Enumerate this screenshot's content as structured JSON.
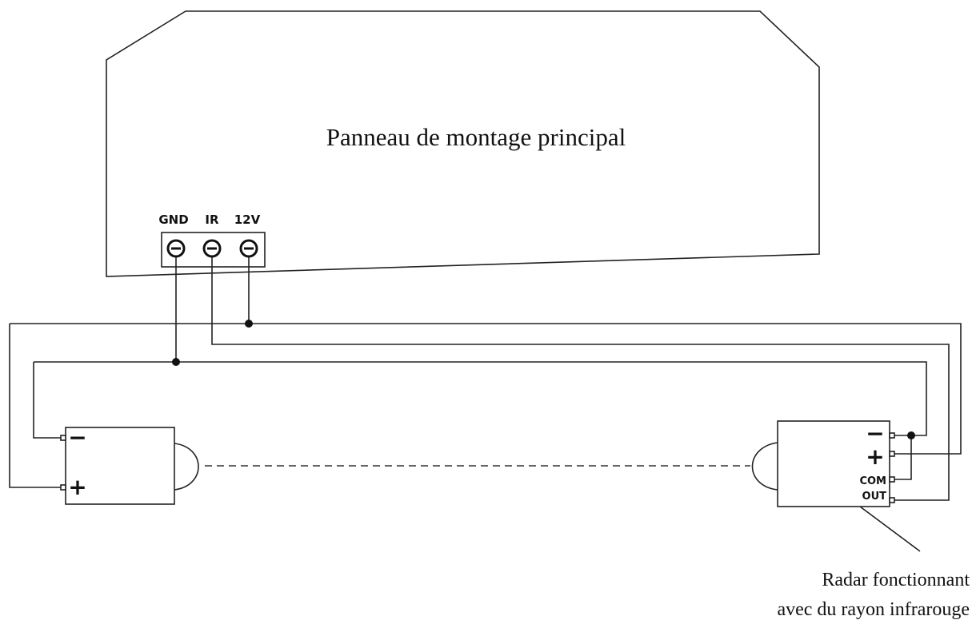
{
  "panel": {
    "title": "Panneau de montage principal"
  },
  "terminal_block": {
    "labels": [
      "GND",
      "IR",
      "12V"
    ]
  },
  "transmitter": {
    "pins": [
      "−",
      "+"
    ]
  },
  "receiver": {
    "pins": [
      "−",
      "+",
      "COM",
      "OUT"
    ]
  },
  "caption": {
    "line1": "Radar fonctionnant",
    "line2": "avec du rayon infrarouge"
  }
}
